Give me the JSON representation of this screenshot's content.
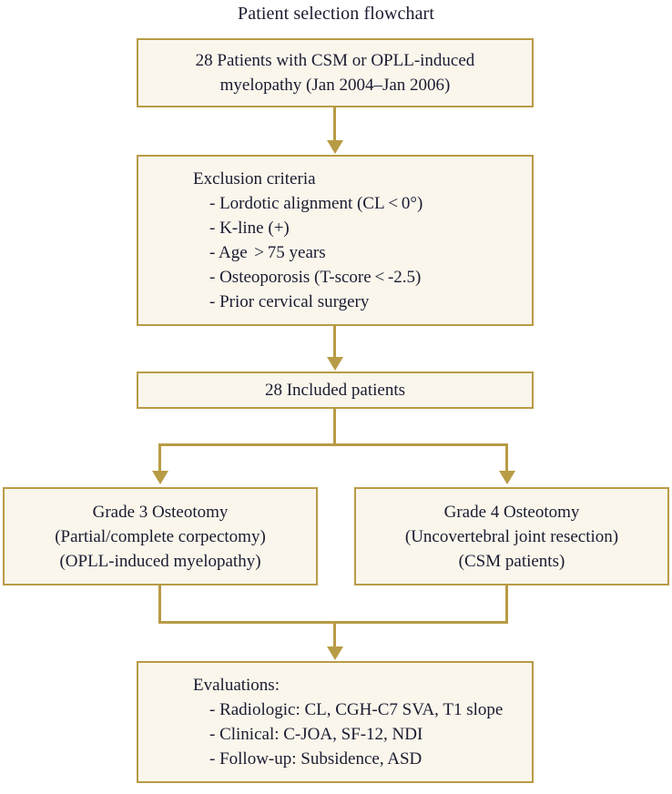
{
  "title": "Patient selection flowchart",
  "theme": {
    "box_fill": "#faf6ec",
    "box_border": "#b89b45",
    "connector": "#b89b45",
    "text": "#1b1b30",
    "background": "#ffffff"
  },
  "nodes": {
    "cohort": {
      "id": "cohort-box",
      "lines": [
        "28 Patients with CSM or OPLL-induced",
        "myelopathy (Jan 2004–Jan 2006)"
      ]
    },
    "exclusion": {
      "id": "exclusion-criteria-box",
      "heading": "Exclusion criteria",
      "items": [
        "- Lordotic alignment (CL < 0°)",
        "- K-line (+)",
        "- Age  > 75 years",
        "- Osteoporosis (T-score < -2.5)",
        "- Prior cervical surgery"
      ]
    },
    "included": {
      "id": "included-patients-box",
      "lines": [
        "28 Included patients"
      ]
    },
    "grade3": {
      "id": "grade-3-osteotomy-box",
      "lines": [
        "Grade 3 Osteotomy",
        "(Partial/complete corpectomy)",
        "(OPLL-induced myelopathy)"
      ]
    },
    "grade4": {
      "id": "grade-4-osteotomy-box",
      "lines": [
        "Grade 4 Osteotomy",
        "(Uncovertebral joint resection)",
        "(CSM patients)"
      ]
    },
    "evaluations": {
      "id": "evaluations-box",
      "heading": "Evaluations:",
      "items": [
        "- Radiologic: CL, CGH-C7 SVA, T1 slope",
        "- Clinical: C-JOA, SF-12, NDI",
        "- Follow-up: Subsidence, ASD"
      ]
    }
  }
}
